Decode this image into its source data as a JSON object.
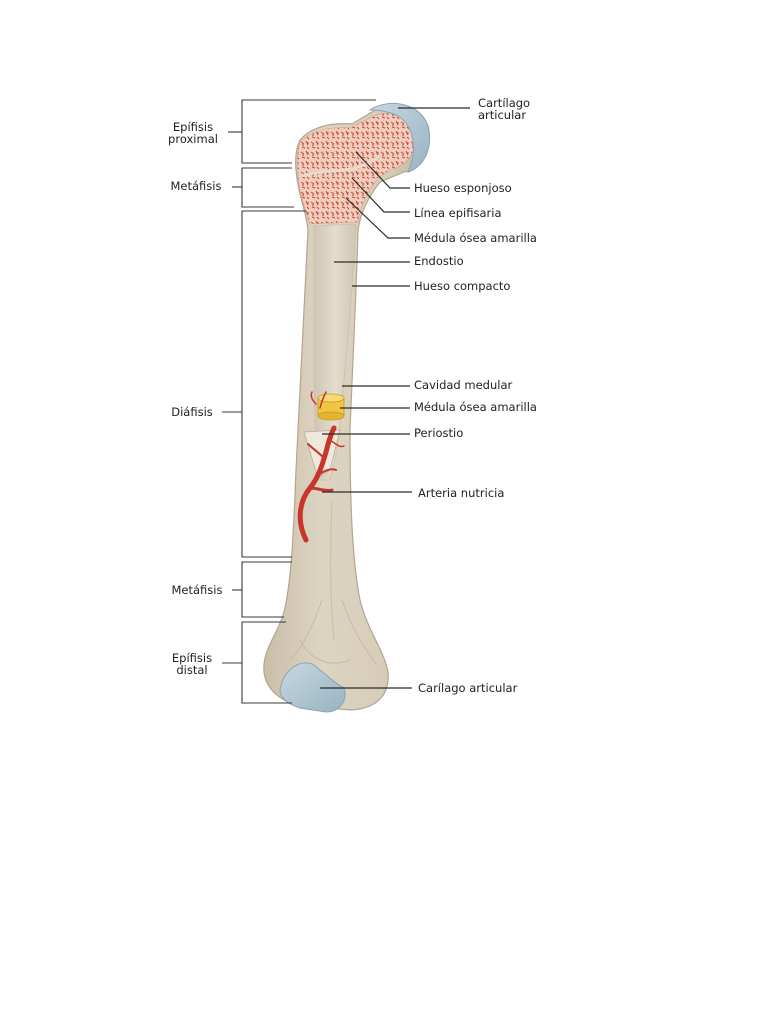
{
  "left_labels": {
    "epifisis_proximal": [
      "Epífisis",
      "proximal"
    ],
    "metafisis_proximal": "Metáfisis",
    "diafisis": "Diáfisis",
    "metafisis_distal": "Metáfisis",
    "epifisis_distal": [
      "Epífisis",
      "distal"
    ]
  },
  "right_labels": {
    "cartilago_articular_top": [
      "Cartílago",
      "articular"
    ],
    "hueso_esponjoso": "Hueso esponjoso",
    "linea_epifisaria": "Línea epifisaria",
    "medula_osea_amarilla_top": "Médula ósea amarilla",
    "endostio": "Endostio",
    "hueso_compacto": "Hueso compacto",
    "cavidad_medular": "Cavidad medular",
    "medula_osea_amarilla_mid": "Médula ósea amarilla",
    "periostio": "Periostio",
    "arteria_nutricia": "Arteria nutricia",
    "cartilago_articular_bottom": "Carílago articular"
  },
  "colors": {
    "bone": "#d8cfbd",
    "bone_shadow": "#c4b9a3",
    "spongy": "#e9b7a6",
    "spongy_dots": "#c8472e",
    "cartilage": "#a9c2cf",
    "marrow": "#f1c443",
    "artery": "#c8352a"
  }
}
